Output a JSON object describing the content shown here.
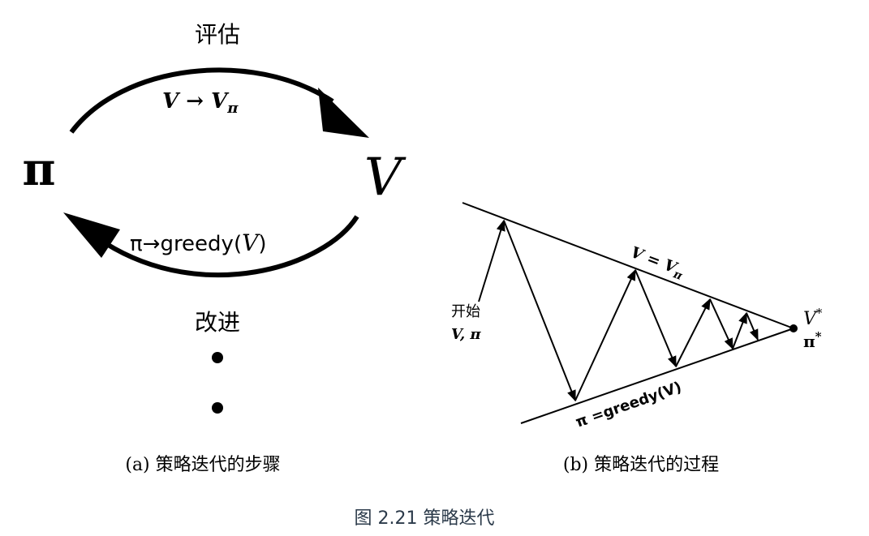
{
  "panel_a": {
    "top_label": "评估",
    "top_formula": "V → Vπ",
    "top_formula_main": "V → V",
    "top_formula_sub": "π",
    "left_symbol": "π",
    "right_symbol": "V",
    "bottom_formula": "π→greedy(V)",
    "bottom_formula_pi": "π→greedy(",
    "bottom_formula_v": "V",
    "bottom_formula_close": ")",
    "bottom_label": "改进",
    "caption": "(a) 策略迭代的步骤"
  },
  "panel_b": {
    "upper_line_label_main": "V = V",
    "upper_line_label_sub": "π",
    "lower_line_label": "π =greedy(V)",
    "start_label_line1": "开始",
    "start_label_line2": "V, π",
    "end_label_v": "V",
    "end_label_pi": "π",
    "star": "*",
    "caption": "(b) 策略迭代的过程"
  },
  "figure_caption": "图 2.21 策略迭代",
  "colors": {
    "ink": "#000000",
    "caption_color": "#2b3a4a"
  }
}
